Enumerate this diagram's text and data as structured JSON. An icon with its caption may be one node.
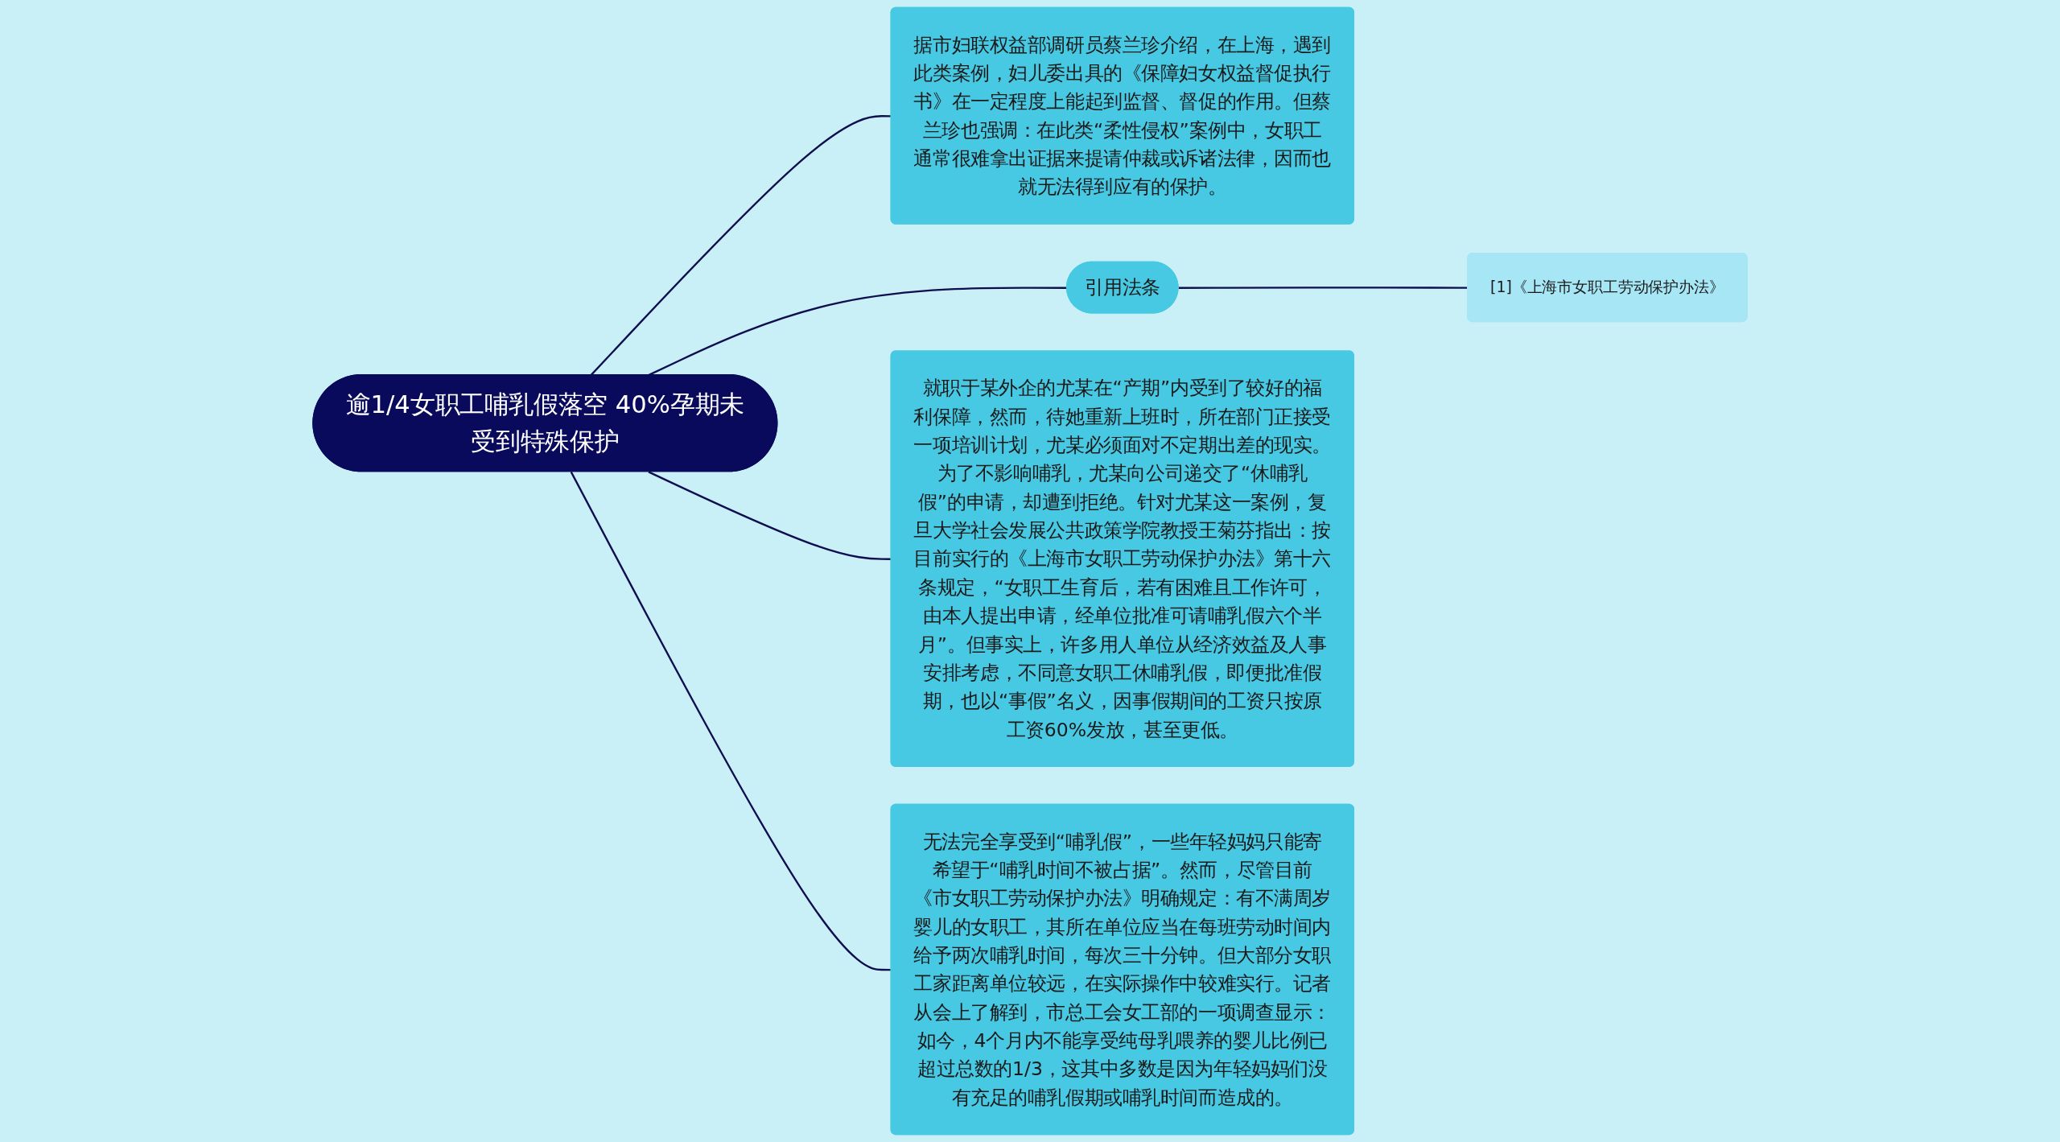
{
  "diagram": {
    "nodes": [
      {
        "text": [
          "逾1/4女职工哺乳假落空 40%孕期未受到特殊保护"
        ]
      },
      {
        "text": [
          "据市妇联权益部调研员蔡兰珍介绍，在上海，遇到此类案例，妇儿委出具的《保障妇女权益督促执行书》在一定程度上能起到监督、督促的作用。但蔡兰珍也强调：在此类“柔性侵权”案例中，女职工通常很难拿出证据来提请仲裁或诉诸法律，因而也就无法得到应有的保护。"
        ]
      },
      {
        "text": [
          "引用法条"
        ]
      },
      {
        "text": [
          "[1]《上海市女职工劳动保护办法》"
        ]
      },
      {
        "text": [
          "就职于某外企的尤某在“产期”内受到了较好的福利保障，然而，待她重新上班时，所在部门正接受一项培训计划，尤某必须面对不定期出差的现实。为了不影响哺乳，尤某向公司递交了“休哺乳假”的申请，却遭到拒绝。针对尤某这一案例，复旦大学社会发展公共政策学院教授王菊芬指出：按目前实行的《上海市女职工劳动保护办法》第十六条规定，“女职工生育后，若有困难且工作许可，由本人提出申请，经单位批准可请哺乳假六个半月”。但事实上，许多用人单位从经济效益及人事安排考虑，不同意女职工休哺乳假，即便批准假期，也以“事假”名义，因事假期间的工资只按原工资60%发放，甚至更低。"
        ]
      },
      {
        "text": [
          "无法完全享受到“哺乳假”，一些年轻妈妈只能寄希望于“哺乳时间不被占据”。然而，尽管目前《市女职工劳动保护办法》明确规定：有不满周岁婴儿的女职工，其所在单位应当在每班劳动时间内给予两次哺乳时间，每次三十分钟。但大部分女职工家距离单位较远，在实际操作中较难实行。记者从会上了解到，市总工会女工部的一项调查显示：如今，4个月内不能享受纯母乳喂养的婴儿比例已超过总数的1/3，这其中多数是因为年轻妈妈们没有充足的哺乳假期或哺乳时间而造成的。"
        ]
      }
    ],
    "edges": [
      {
        "from": 0,
        "to": 1,
        "arrow": "none"
      },
      {
        "from": 0,
        "to": 2,
        "arrow": "none"
      },
      {
        "from": 2,
        "to": 3,
        "arrow": "none"
      },
      {
        "from": 0,
        "to": 4,
        "arrow": "none"
      },
      {
        "from": 0,
        "to": 5,
        "arrow": "none"
      }
    ]
  }
}
